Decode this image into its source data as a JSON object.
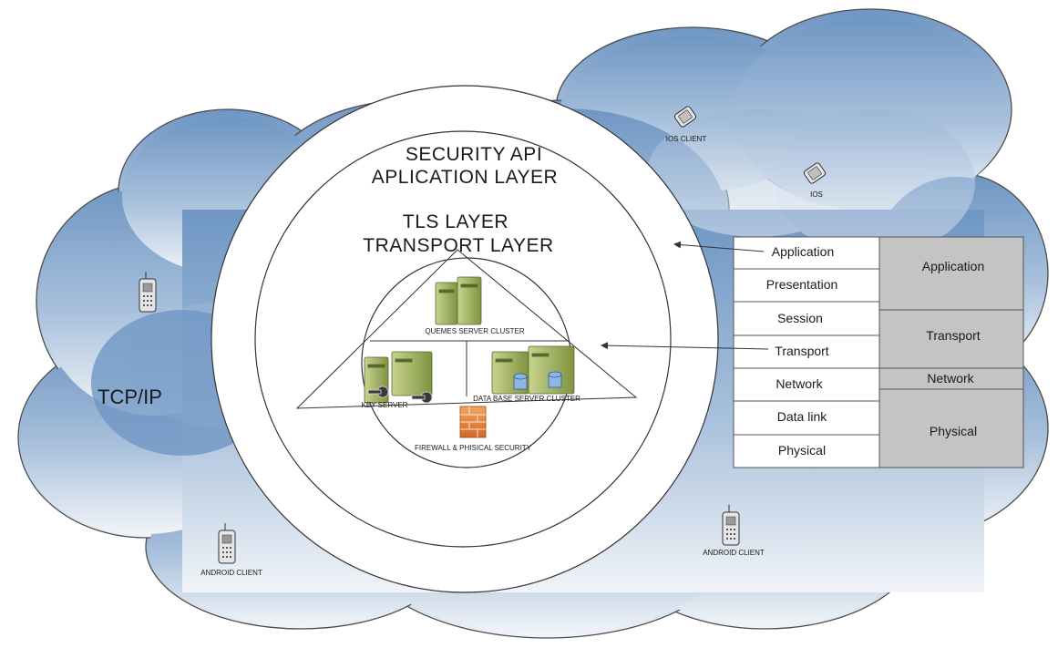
{
  "cloud_label": "TCP/IP",
  "outer_ring": {
    "line1": "SECURITY API",
    "line2": "APLICATION LAYER"
  },
  "middle_ring": {
    "line1": "TLS LAYER",
    "line2": "TRANSPORT LAYER"
  },
  "servers": {
    "cluster": "QUEMES SERVER CLUSTER",
    "key_server": "KEY SERVER",
    "database": "DATA BASE SERVER CLUSTER",
    "firewall": "FIREWALL & PHISICAL SECURITY"
  },
  "clients": {
    "ios_client": "IOS CLIENT",
    "ios": "IOS",
    "android_left": "ANDROID CLIENT",
    "android_right": "ANDROID CLIENT"
  },
  "osi_layers": [
    "Application",
    "Presentation",
    "Session",
    "Transport",
    "Network",
    "Data link",
    "Physical"
  ],
  "tcpip_layers": [
    "Application",
    "Transport",
    "Network",
    "Physical"
  ],
  "colors": {
    "cloud_dark": "#7fa3cc",
    "cloud_light": "#e9eef5",
    "tcpip_fill": "#c4c4c4",
    "server_green": "#9cae5c",
    "firewall_orange": "#e8883a"
  }
}
